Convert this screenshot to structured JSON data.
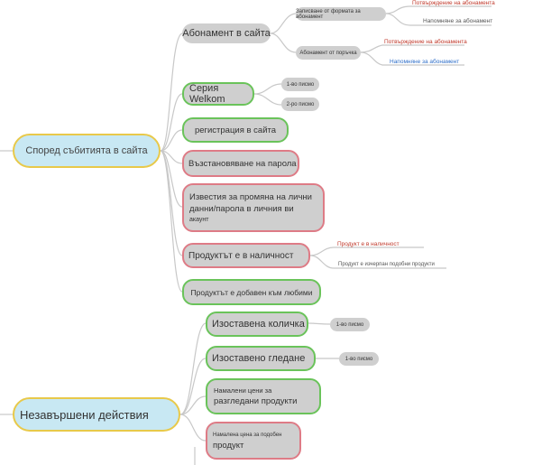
{
  "colors": {
    "line": "#c8c8c8",
    "green": "#6ac35a",
    "red": "#de7b86",
    "yellow": "#e8c94a",
    "root_fill": "#c8e8f3",
    "node_fill": "#cfcfcf",
    "link_red": "#c0392b",
    "link_blue": "#2f6fc9"
  },
  "roots": {
    "events": "Според събитията в сайта",
    "unfinished": "Незавършени действия"
  },
  "nodes": {
    "subscription": "Абонамент в сайта",
    "welcome": "Серия Welkom",
    "registration": "регистрация в сайта",
    "password": "Възстановяване на парола",
    "account_change": "Известия за промяна на лични данни/парола в личния ви",
    "account_word": "акаунт",
    "in_stock": "Продуктът е в наличност",
    "favorites": "Продуктът е добавен към любими",
    "cart": "Изоставена количка",
    "viewing": "Изоставено гледане",
    "price_viewed": "Намалени цени за",
    "price_viewed_2": "разгледани продукти",
    "price_similar": "Намалена цена за подобен",
    "price_similar_2": "продукт"
  },
  "subnodes": {
    "form_sub": "Записване от формата за абонамент",
    "order_sub": "Абонамент от поръчка",
    "welcome_1": "1-во писмо",
    "welcome_2": "2-ро писмо",
    "cart_1": "1-во писмо",
    "viewing_1": "1-во писмо"
  },
  "leaves": {
    "confirm_1": "Потвърждение на абонамента",
    "remind_1": "Напомняне за абонамент",
    "confirm_2": "Потвърждение на абонамента",
    "remind_2": "Напомняне за абонамент",
    "stock_1": "Продукт е в наличност",
    "stock_2": "Продукт е изчерпан подобни продукти"
  }
}
